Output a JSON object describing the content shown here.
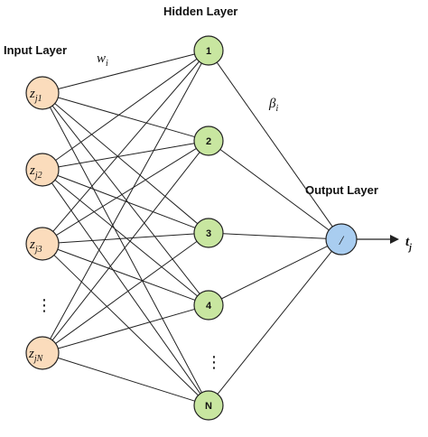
{
  "labels": {
    "input_layer": "Input Layer",
    "hidden_layer": "Hidden Layer",
    "output_layer": "Output Layer",
    "weight_w": "w",
    "weight_w_sub": "i",
    "weight_beta": "β",
    "weight_beta_sub": "i",
    "output_symbol": "t",
    "output_symbol_sub": "j",
    "ellipsis": "⋮"
  },
  "input_nodes": [
    {
      "main": "z",
      "sub": "j1"
    },
    {
      "main": "z",
      "sub": "j2"
    },
    {
      "main": "z",
      "sub": "j3"
    },
    {
      "main": "z",
      "sub": "jN"
    }
  ],
  "hidden_nodes": [
    "1",
    "2",
    "3",
    "4",
    "N"
  ],
  "output_node": {
    "symbol": "/"
  },
  "colors": {
    "input_fill": "#fbdcbc",
    "hidden_fill": "#c8e6a0",
    "output_fill": "#a9cdf0",
    "edge": "#222222"
  }
}
